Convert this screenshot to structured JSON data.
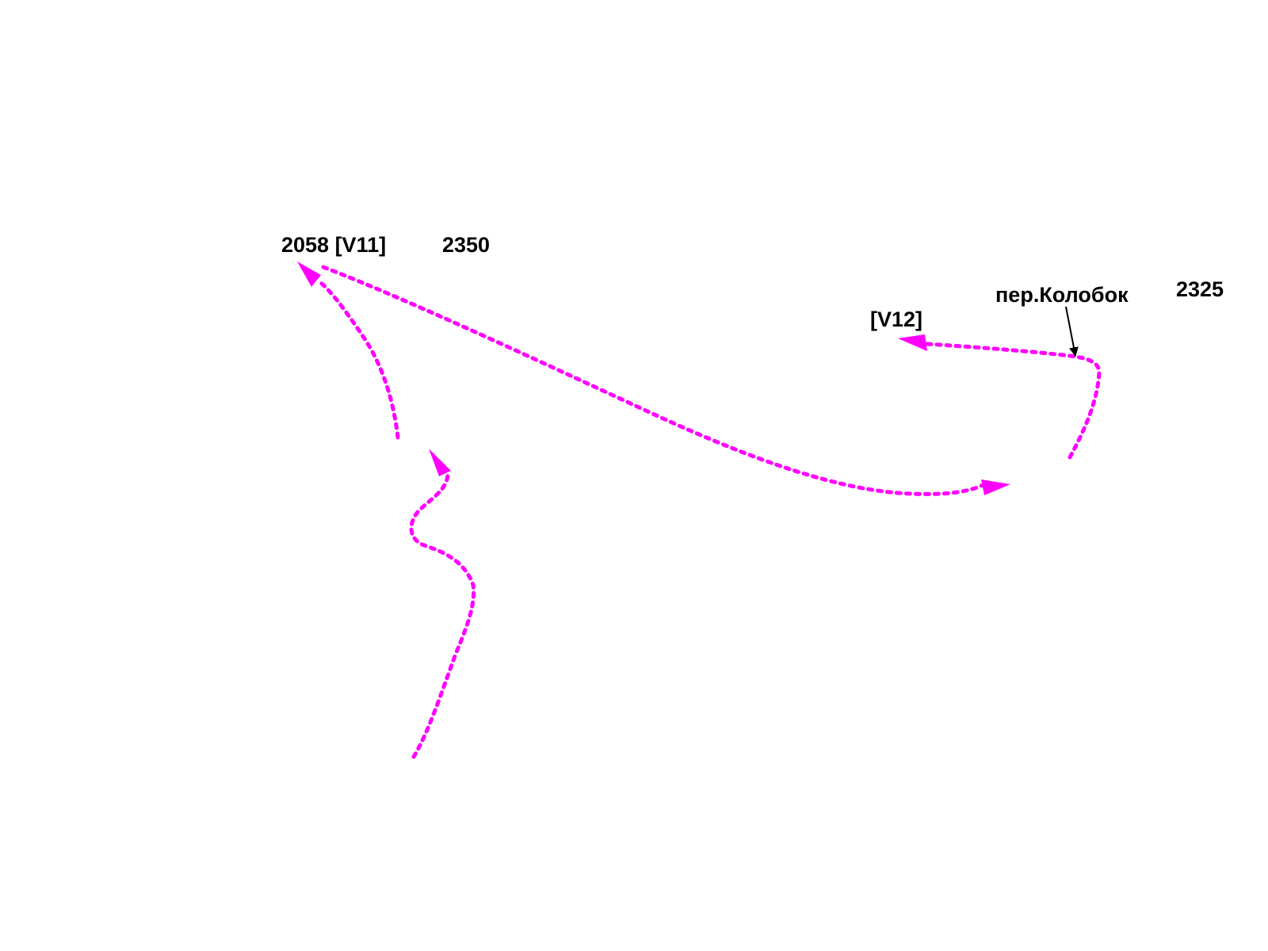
{
  "map": {
    "route_color": "#ff00ff",
    "label_color": "#000000",
    "labels": {
      "node_2058_v11": "2058 [V11]",
      "node_2350": "2350",
      "node_v12": "[V12]",
      "street_kolobok": "пер.Колобок",
      "node_2325": "2325"
    }
  }
}
